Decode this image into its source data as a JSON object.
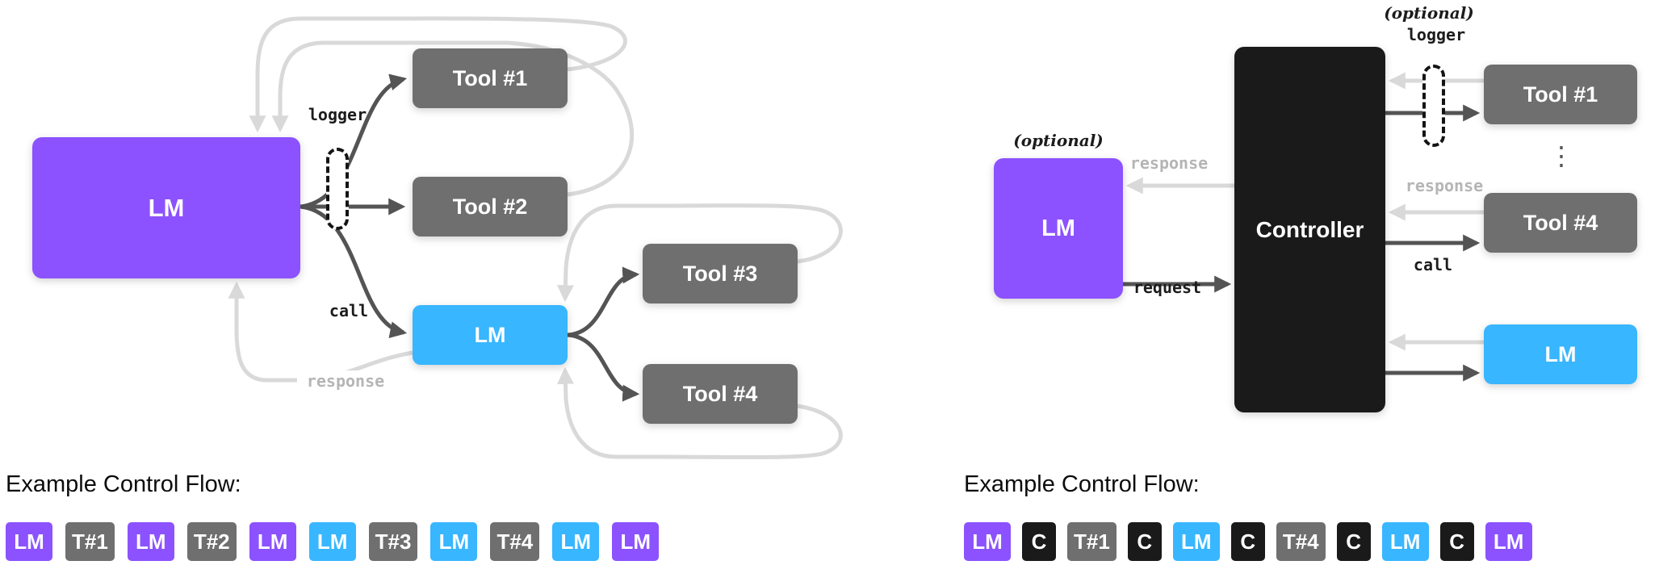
{
  "colors": {
    "purple": "#8C52FF",
    "blue": "#38B6FF",
    "gray_box": "#6F6F6F",
    "black_box": "#1A1A1A",
    "arrow_dark": "#545454",
    "arrow_light": "#D9D9D9",
    "label_light": "#B5B5B5"
  },
  "left_diagram": {
    "lm_main": "LM",
    "tool1": "Tool #1",
    "tool2": "Tool #2",
    "lm_sub": "LM",
    "tool3": "Tool #3",
    "tool4": "Tool #4",
    "logger_label": "logger",
    "call_label": "call",
    "response_label": "response",
    "flow_title": "Example Control Flow:",
    "badges": [
      {
        "label": "LM",
        "color": "purple"
      },
      {
        "label": "T#1",
        "color": "gray"
      },
      {
        "label": "LM",
        "color": "purple"
      },
      {
        "label": "T#2",
        "color": "gray"
      },
      {
        "label": "LM",
        "color": "purple"
      },
      {
        "label": "LM",
        "color": "blue"
      },
      {
        "label": "T#3",
        "color": "gray"
      },
      {
        "label": "LM",
        "color": "blue"
      },
      {
        "label": "T#4",
        "color": "gray"
      },
      {
        "label": "LM",
        "color": "blue"
      },
      {
        "label": "LM",
        "color": "purple"
      }
    ]
  },
  "right_diagram": {
    "optional_logger": "(optional)",
    "logger_label": "logger",
    "optional_lm": "(optional)",
    "lm": "LM",
    "controller": "Controller",
    "tool1": "Tool #1",
    "tool4": "Tool #4",
    "lm_sub": "LM",
    "response_lm_label": "response",
    "request_label": "request",
    "response_tool_label": "response",
    "call_label": "call",
    "dots": "⋮",
    "flow_title": "Example Control Flow:",
    "badges": [
      {
        "label": "LM",
        "color": "purple"
      },
      {
        "label": "C",
        "color": "black"
      },
      {
        "label": "T#1",
        "color": "gray"
      },
      {
        "label": "C",
        "color": "black"
      },
      {
        "label": "LM",
        "color": "blue"
      },
      {
        "label": "C",
        "color": "black"
      },
      {
        "label": "T#4",
        "color": "gray"
      },
      {
        "label": "C",
        "color": "black"
      },
      {
        "label": "LM",
        "color": "blue"
      },
      {
        "label": "C",
        "color": "black"
      },
      {
        "label": "LM",
        "color": "purple"
      }
    ]
  }
}
